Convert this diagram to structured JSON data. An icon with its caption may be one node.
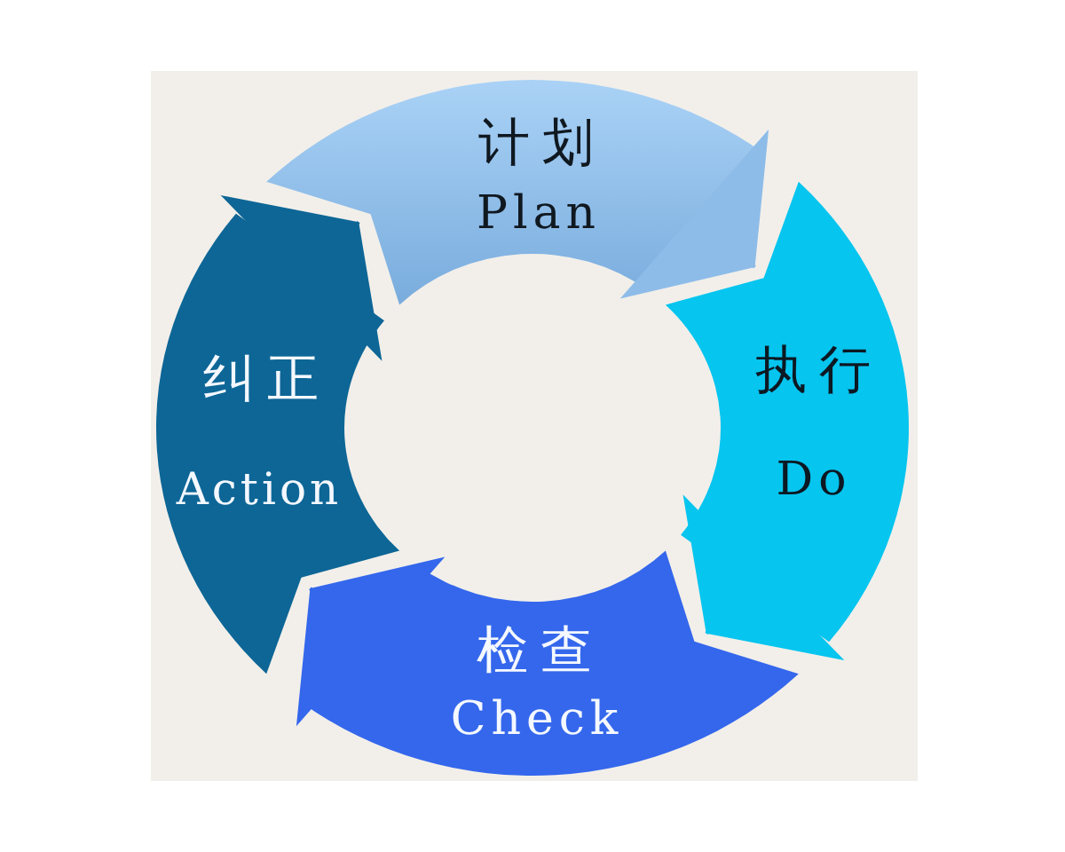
{
  "diagram": {
    "nodes": [
      {
        "text": [
          "计划",
          "Plan"
        ]
      },
      {
        "text": [
          "执行",
          "Do"
        ]
      },
      {
        "text": [
          "检查",
          "Check"
        ]
      },
      {
        "text": [
          "纠正",
          "Action"
        ]
      }
    ],
    "edges": [
      {
        "from": 0,
        "to": 1,
        "arrow": "to",
        "color": "#8dbce9"
      },
      {
        "from": 1,
        "to": 2,
        "arrow": "to",
        "color": "#06c5ef"
      },
      {
        "from": 2,
        "to": 3,
        "arrow": "to",
        "color": "#3467ec"
      },
      {
        "from": 3,
        "to": 0,
        "arrow": "to",
        "color": "#0d6696"
      }
    ]
  }
}
